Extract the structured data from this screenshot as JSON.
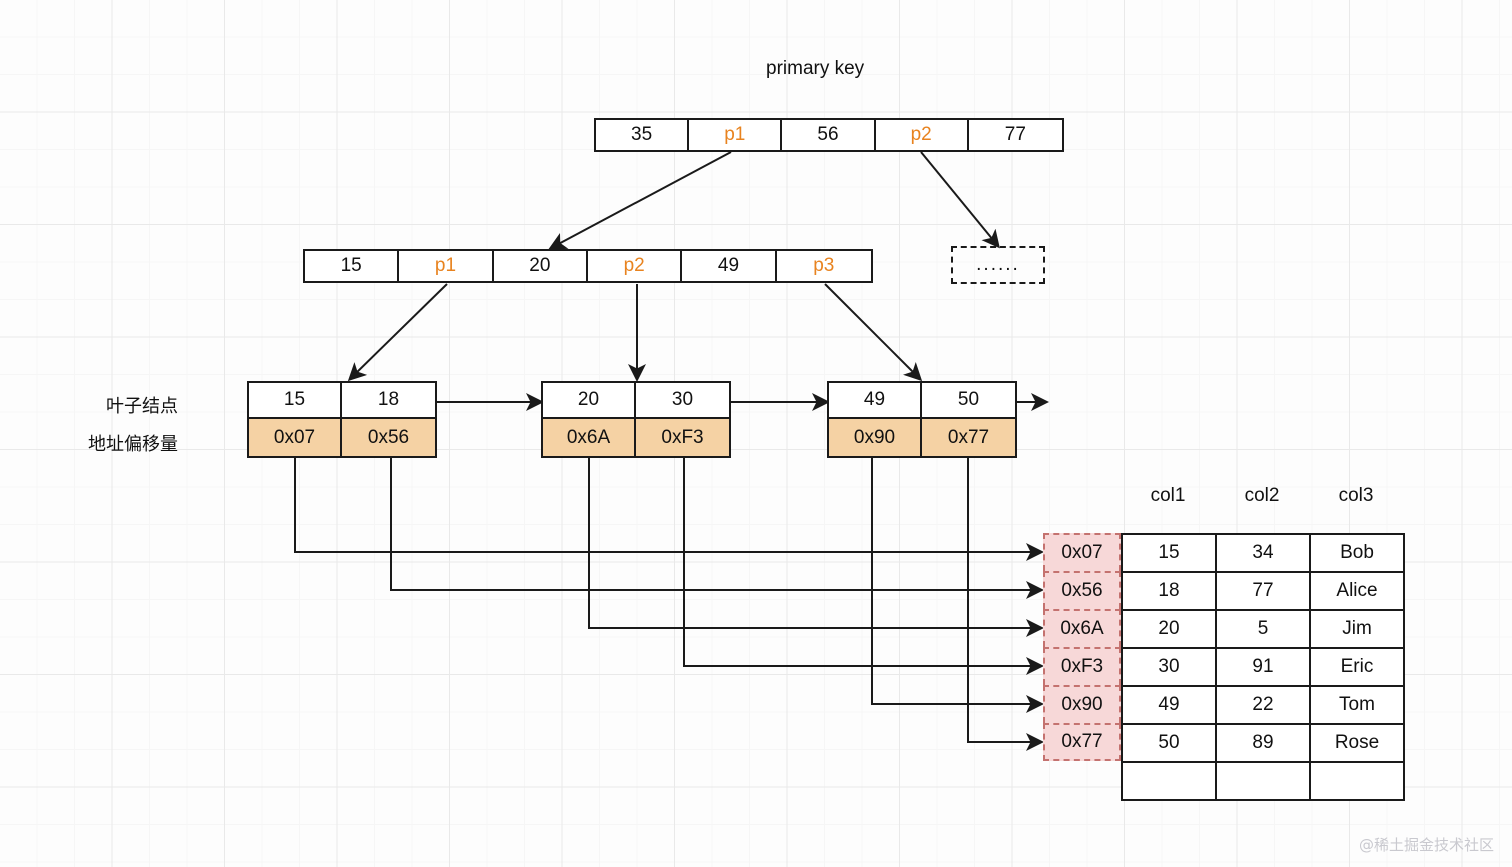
{
  "title": "primary key",
  "labels": {
    "leaf_node": "叶子结点",
    "address_offset": "地址偏移量"
  },
  "colors": {
    "pointer_text": "#e8831f",
    "address_cell_fill": "#f5d2a4",
    "address_box_fill": "#f7d8d8",
    "address_box_border": "#c4726f",
    "stroke": "#1a1a1a"
  },
  "root_node": {
    "cells": [
      {
        "text": "35",
        "kind": "key"
      },
      {
        "text": "p1",
        "kind": "pointer"
      },
      {
        "text": "56",
        "kind": "key"
      },
      {
        "text": "p2",
        "kind": "pointer"
      },
      {
        "text": "77",
        "kind": "key"
      }
    ]
  },
  "internal_node": {
    "cells": [
      {
        "text": "15",
        "kind": "key"
      },
      {
        "text": "p1",
        "kind": "pointer"
      },
      {
        "text": "20",
        "kind": "key"
      },
      {
        "text": "p2",
        "kind": "pointer"
      },
      {
        "text": "49",
        "kind": "key"
      },
      {
        "text": "p3",
        "kind": "pointer"
      }
    ]
  },
  "ellipsis_node": {
    "text": "......"
  },
  "leaf_nodes": [
    {
      "keys": [
        "15",
        "18"
      ],
      "addresses": [
        "0x07",
        "0x56"
      ]
    },
    {
      "keys": [
        "20",
        "30"
      ],
      "addresses": [
        "0x6A",
        "0xF3"
      ]
    },
    {
      "keys": [
        "49",
        "50"
      ],
      "addresses": [
        "0x90",
        "0x77"
      ]
    }
  ],
  "address_boxes": [
    "0x07",
    "0x56",
    "0x6A",
    "0xF3",
    "0x90",
    "0x77"
  ],
  "table": {
    "headers": [
      "col1",
      "col2",
      "col3"
    ],
    "rows": [
      [
        "15",
        "34",
        "Bob"
      ],
      [
        "18",
        "77",
        "Alice"
      ],
      [
        "20",
        "5",
        "Jim"
      ],
      [
        "30",
        "91",
        "Eric"
      ],
      [
        "49",
        "22",
        "Tom"
      ],
      [
        "50",
        "89",
        "Rose"
      ],
      [
        "",
        "",
        ""
      ]
    ]
  },
  "watermark": "@稀土掘金技术社区"
}
